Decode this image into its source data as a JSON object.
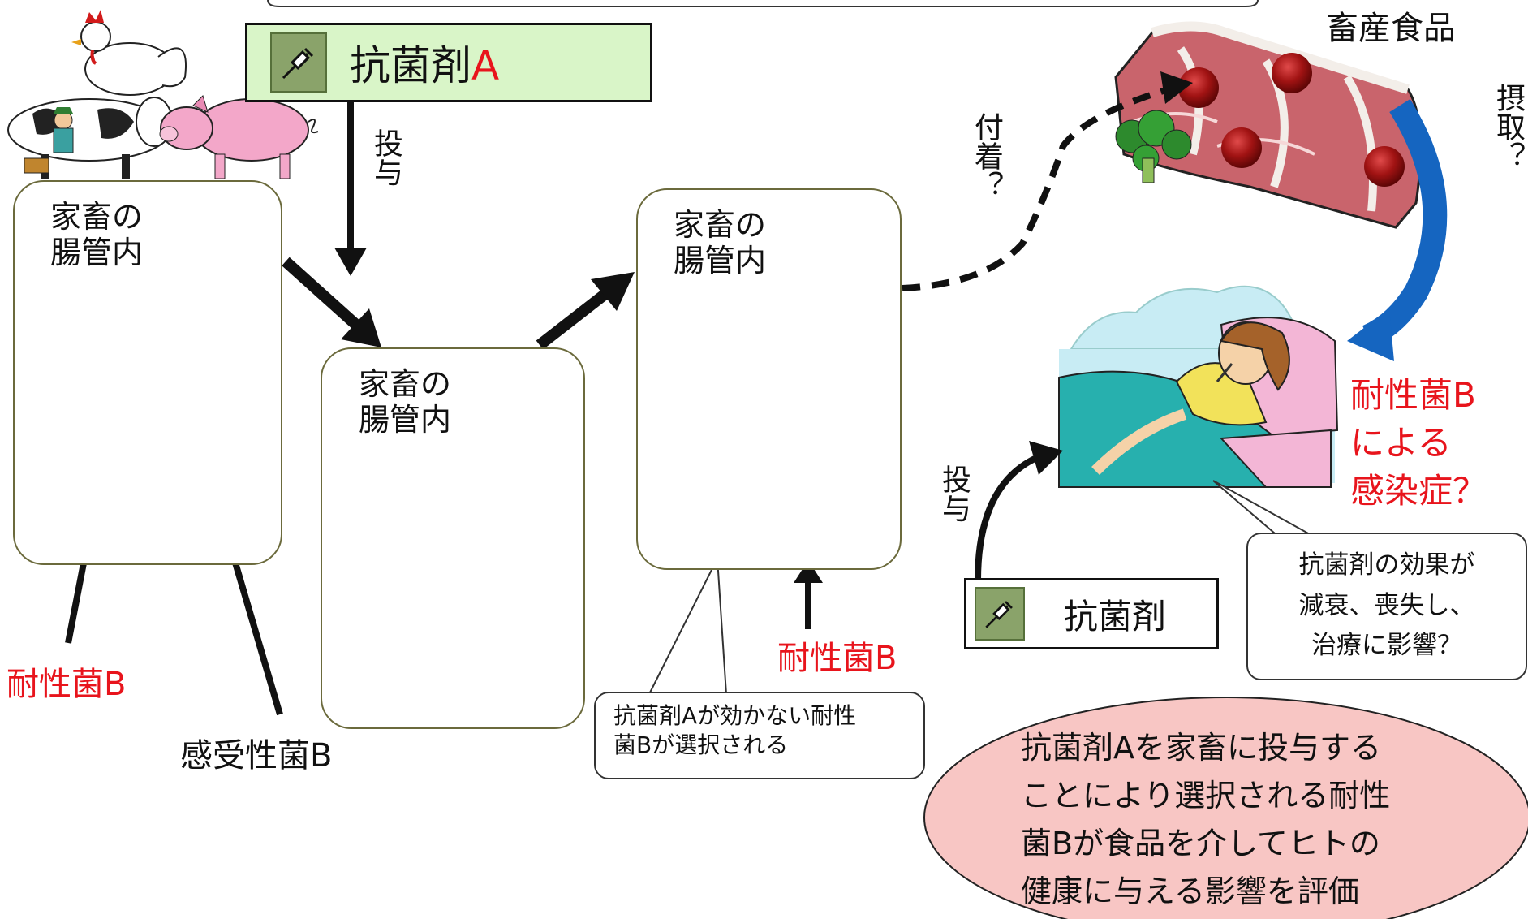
{
  "drug_a": {
    "prefix": "抗菌剤",
    "suffix": "A"
  },
  "drug_generic": {
    "label": "抗菌剤"
  },
  "administer_vertical": "投与",
  "administer_vertical_2": "投与",
  "attach_label": "付着？",
  "intake_label": "摂取？",
  "food_label": "畜産食品",
  "gut_label_line1": "家畜の",
  "gut_label_line2": "腸管内",
  "resistant_label": "耐性菌B",
  "susceptible_label": "感受性菌B",
  "resistant_label_2": "耐性菌B",
  "infection": {
    "line1": "耐性菌B",
    "line2": "による",
    "line3": "感染症？"
  },
  "selection_callout": {
    "line1": "抗菌剤Aが効かない耐性",
    "line2": "菌Bが選択される"
  },
  "effect_callout": {
    "line1": "抗菌剤の効果が",
    "line2": "減衰、喪失し、",
    "line3": "治療に影響？"
  },
  "summary": {
    "line1": "抗菌剤Aを家畜に投与する",
    "line2": "ことにより選択される耐性",
    "line3": "菌Bが食品を介してヒトの",
    "line4": "健康に与える影響を評価"
  },
  "colors": {
    "resistant": "#9b0d0d",
    "susceptible": "#3c7a64",
    "label_red": "#e8141c",
    "box_border": "#6b6a3c",
    "drug_box_fill": "#d9f5c8",
    "summary_fill": "#f8c6c4",
    "intake_arrow": "#1565c0"
  },
  "icons": [
    "syringe-icon",
    "livestock-illustration",
    "meat-illustration",
    "patient-illustration"
  ]
}
